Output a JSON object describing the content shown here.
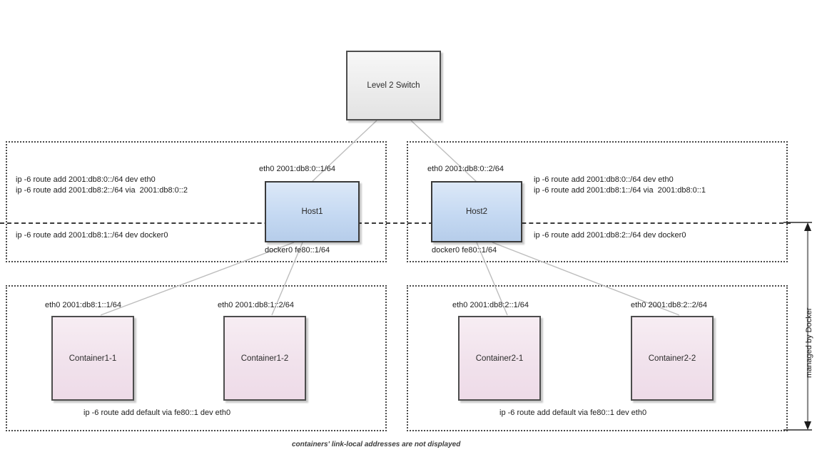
{
  "diagram": {
    "footnote": "containers' link-local addresses are not displayed",
    "span_label": "managed by Docker"
  },
  "switch": {
    "label": "Level 2 Switch"
  },
  "hosts": [
    {
      "name": "Host1",
      "eth0_label": "eth0 2001:db8:0::1/64",
      "docker0_label": "docker0 fe80::1/64",
      "routes_upper": [
        "ip -6 route add 2001:db8:0::/64 dev eth0",
        "ip -6 route add 2001:db8:2::/64 via  2001:db8:0::2"
      ],
      "routes_lower": [
        "ip -6 route add 2001:db8:1::/64 dev docker0"
      ]
    },
    {
      "name": "Host2",
      "eth0_label": "eth0 2001:db8:0::2/64",
      "docker0_label": "docker0 fe80::1/64",
      "routes_upper": [
        "ip -6 route add 2001:db8:0::/64 dev eth0",
        "ip -6 route add 2001:db8:1::/64 via  2001:db8:0::1"
      ],
      "routes_lower": [
        "ip -6 route add 2001:db8:2::/64 dev docker0"
      ]
    }
  ],
  "container_groups": [
    {
      "default_route": "ip -6 route add default via fe80::1 dev eth0",
      "containers": [
        {
          "name": "Container1-1",
          "eth0_label": "eth0 2001:db8:1::1/64"
        },
        {
          "name": "Container1-2",
          "eth0_label": "eth0 2001:db8:1::2/64"
        }
      ]
    },
    {
      "default_route": "ip -6 route add default via fe80::1 dev eth0",
      "containers": [
        {
          "name": "Container2-1",
          "eth0_label": "eth0 2001:db8:2::1/64"
        },
        {
          "name": "Container2-2",
          "eth0_label": "eth0 2001:db8:2::2/64"
        }
      ]
    }
  ],
  "colors": {
    "host_fill": "#c5d9f2",
    "container_fill": "#f1e2ec",
    "switch_fill": "#ececec",
    "border": "#4d4d4d",
    "link": "#b9b9b9"
  }
}
